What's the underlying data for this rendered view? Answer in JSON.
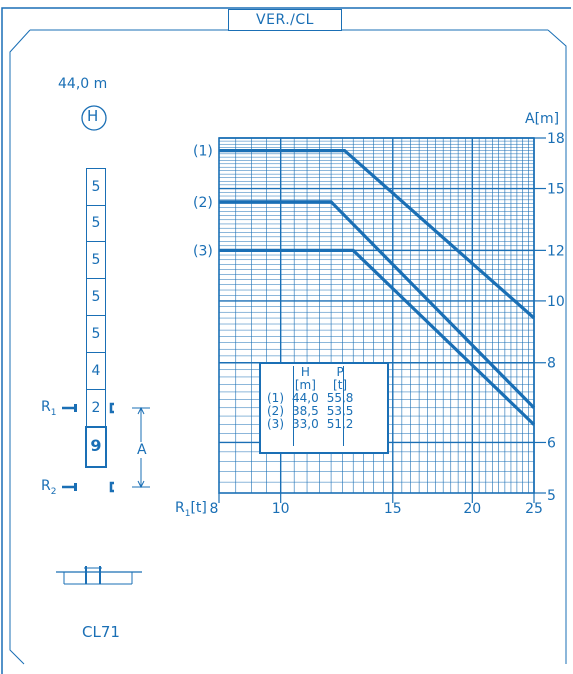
{
  "header": {
    "title": "VER./CL"
  },
  "config": {
    "height_label": "44,0  m",
    "h_symbol": "H",
    "model": "CL71"
  },
  "mast": {
    "sections": [
      "5",
      "5",
      "5",
      "5",
      "5",
      "4",
      "2"
    ],
    "base": "9",
    "r1_label": "R",
    "r1_sub": "1",
    "r2_label": "R",
    "r2_sub": "2",
    "a_label": "A"
  },
  "chart_data": {
    "type": "line",
    "xlabel": "R1[t]",
    "ylabel": "A[m]",
    "x_scale": "log",
    "y_scale": "log",
    "xlim": [
      8,
      25
    ],
    "ylim": [
      5,
      18
    ],
    "x_ticks": [
      "8",
      "10",
      "15",
      "20",
      "25"
    ],
    "y_ticks": [
      "5",
      "6",
      "8",
      "10",
      "12",
      "15",
      "18"
    ],
    "series": [
      {
        "name": "(1)",
        "x": [
          8,
          12.6,
          25
        ],
        "y": [
          17.2,
          17.2,
          9.4
        ]
      },
      {
        "name": "(2)",
        "x": [
          8,
          12.0,
          25
        ],
        "y": [
          14.3,
          14.3,
          6.8
        ]
      },
      {
        "name": "(3)",
        "x": [
          8,
          13.0,
          25
        ],
        "y": [
          12.0,
          12.0,
          6.4
        ]
      }
    ],
    "table": {
      "headers": [
        "",
        "H\n[m]",
        "P\n[t]"
      ],
      "h_head": "H",
      "h_unit": "[m]",
      "p_head": "P",
      "p_unit": "[t]",
      "rows": [
        {
          "id": "(1)",
          "h": "44,0",
          "p": "55,8"
        },
        {
          "id": "(2)",
          "h": "38,5",
          "p": "53,5"
        },
        {
          "id": "(3)",
          "h": "33,0",
          "p": "51,2"
        }
      ]
    }
  }
}
